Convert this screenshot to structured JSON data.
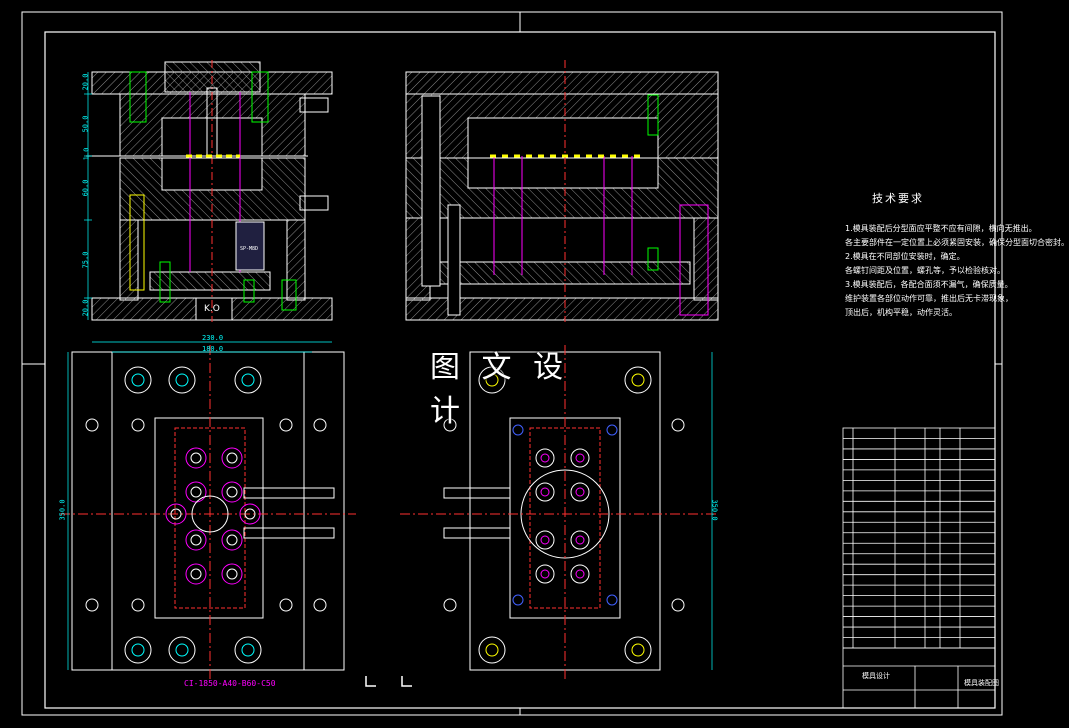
{
  "watermark": "图 文 设 计",
  "tech_title": "技术要求",
  "notes": [
    "1.模具装配后分型面应平整不应有间隙，横向无推出。",
    "各主要部件在一定位置上必须紧固安装，确保分型面切合密封。",
    "2.模具在不同部位安装时，确定。",
    "各螺钉间距及位置，螺孔等，予以检验核对。",
    "3.模具装配后，各配合面须不漏气，确保质量。",
    "维护装置各部位动作可靠，推出后无卡滞现象，",
    "顶出后，机构平稳，动作灵活。"
  ],
  "dims": {
    "v20a": "20.0",
    "v50a": "50.0",
    "v10": "1.0",
    "v60": "60.0",
    "v75": "75.0",
    "v20b": "20.0",
    "w230": "230.0",
    "w180": "180.0",
    "h350a": "350.0",
    "h350b": "350.0"
  },
  "mold_code": "CI-1850-A40-B60-C50",
  "kl_label": "K.O",
  "pin_label": "SP-M8D",
  "titleblock": {
    "rows": 21,
    "school": "模具设计",
    "drawing": "模具装配图"
  },
  "colors": {
    "line": "#ffffff",
    "hatch": "#c8c8c8",
    "dim": "#00ffff",
    "center": "#ff3030",
    "yellow": "#ffff00",
    "green": "#00ff00",
    "magenta": "#ff00ff",
    "blue": "#4060ff"
  }
}
